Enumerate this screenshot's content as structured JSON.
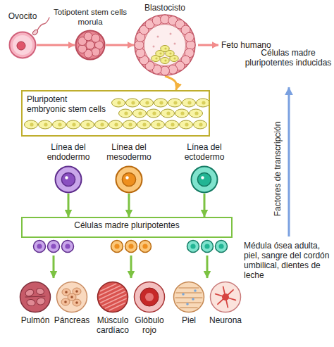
{
  "diagram": {
    "nodes": [
      {
        "text": [
          "Ovocito"
        ]
      },
      {
        "text": [
          "Totipotent stem cells morula"
        ]
      },
      {
        "text": [
          "Blastocisto"
        ]
      },
      {
        "text": [
          "Pluripotent embryonic stem cells"
        ]
      },
      {
        "text": [
          "Línea del endodermo"
        ]
      },
      {
        "text": [
          "Línea del mesodermo"
        ]
      },
      {
        "text": [
          "Línea del ectodermo"
        ]
      },
      {
        "text": [
          "Células madre pluripotentes"
        ]
      },
      {
        "text": [
          "Pulmón"
        ]
      },
      {
        "text": [
          "Páncreas"
        ]
      },
      {
        "text": [
          "Músculo cardíaco"
        ]
      },
      {
        "text": [
          "Glóbulo rojo"
        ]
      },
      {
        "text": [
          "Piel"
        ]
      },
      {
        "text": [
          "Neurona"
        ]
      }
    ],
    "edges": [
      {
        "from": 0,
        "to": 1,
        "arrow": "to"
      },
      {
        "from": 1,
        "to": 2,
        "arrow": "to"
      },
      {
        "from": 2,
        "to": 3,
        "arrow": "to"
      },
      {
        "from": 4,
        "to": 7,
        "arrow": "to"
      },
      {
        "from": 5,
        "to": 7,
        "arrow": "to"
      },
      {
        "from": 6,
        "to": 7,
        "arrow": "to"
      }
    ],
    "labels": [
      "Feto humano",
      "Células madre pluripotentes inducidas",
      "Factores de transcripción",
      "Médula ósea adulta, piel, sangre del cordón umbilical, dientes de leche"
    ]
  }
}
